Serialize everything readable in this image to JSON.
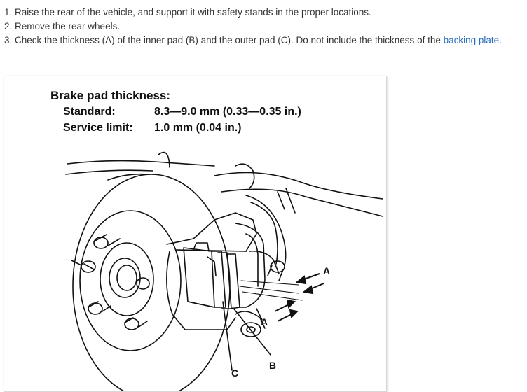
{
  "steps": [
    {
      "text": "1. Raise the rear of the vehicle, and support it with safety stands in the proper locations."
    },
    {
      "text": "2. Remove the rear wheels."
    },
    {
      "text_before": "3. Check the thickness (A) of the inner pad (B) and the outer pad (C). Do not include the thickness of the ",
      "link": "backing plate",
      "text_after": "."
    }
  ],
  "figure": {
    "title": "Brake pad thickness:",
    "standard_label": "Standard:",
    "standard_value": "8.3—9.0 mm (0.33—0.35 in.)",
    "limit_label": "Service limit:",
    "limit_value": "1.0 mm (0.04 in.)",
    "callouts": {
      "a_top": "A",
      "a_bottom": "A",
      "b": "B",
      "c": "C"
    }
  },
  "colors": {
    "link": "#2a6ebb",
    "text": "#333333",
    "line_art": "#111111"
  }
}
